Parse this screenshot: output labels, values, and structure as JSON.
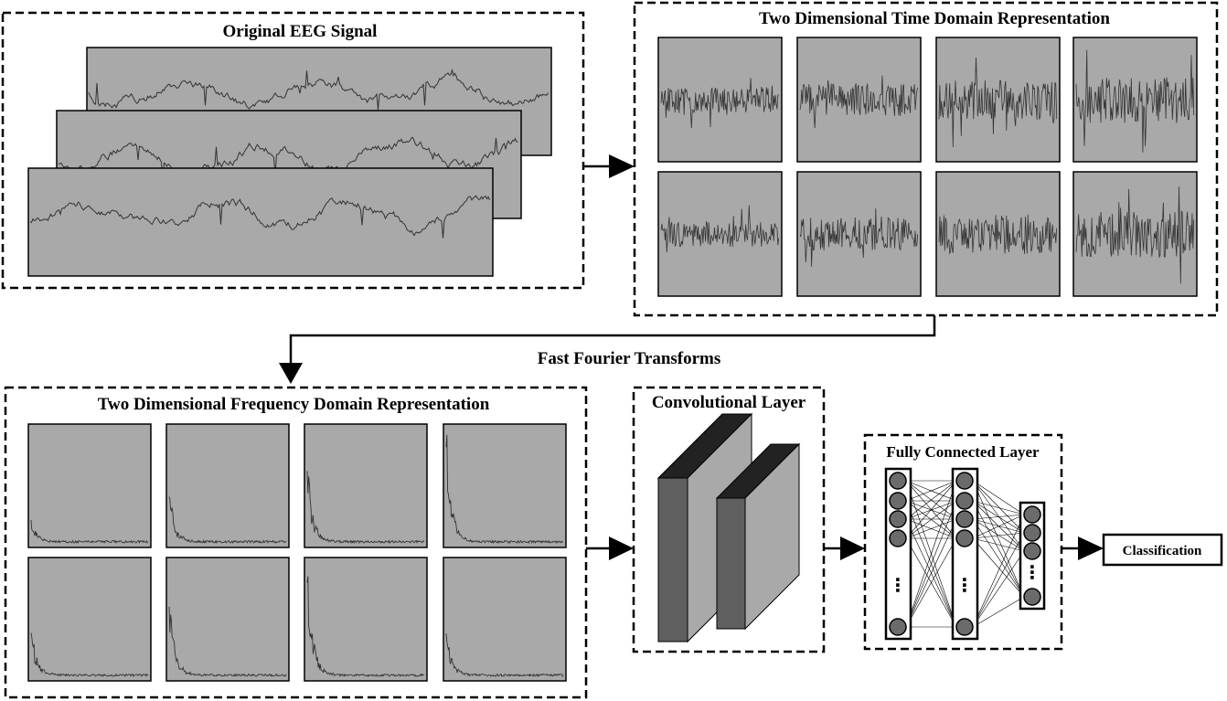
{
  "labels": {
    "eeg_title": "Original EEG Signal",
    "time_title": "Two Dimensional Time Domain Representation",
    "fft_label": "Fast Fourier Transforms",
    "freq_title": "Two Dimensional Frequency Domain Representation",
    "conv_title": "Convolutional Layer",
    "fc_title": "Fully Connected Layer",
    "class_label": "Classification",
    "ellipsis": "⋮"
  },
  "colors": {
    "panel_gray": "#a9a9a9",
    "trace": "#333333",
    "node": "#6b6b6b",
    "conv_front": "#5f5f5f",
    "conv_side": "#a9a9a9",
    "conv_top": "#222222"
  },
  "icons": {
    "flow_arrow": "arrow-right-icon",
    "down_arrow": "arrow-down-icon"
  }
}
